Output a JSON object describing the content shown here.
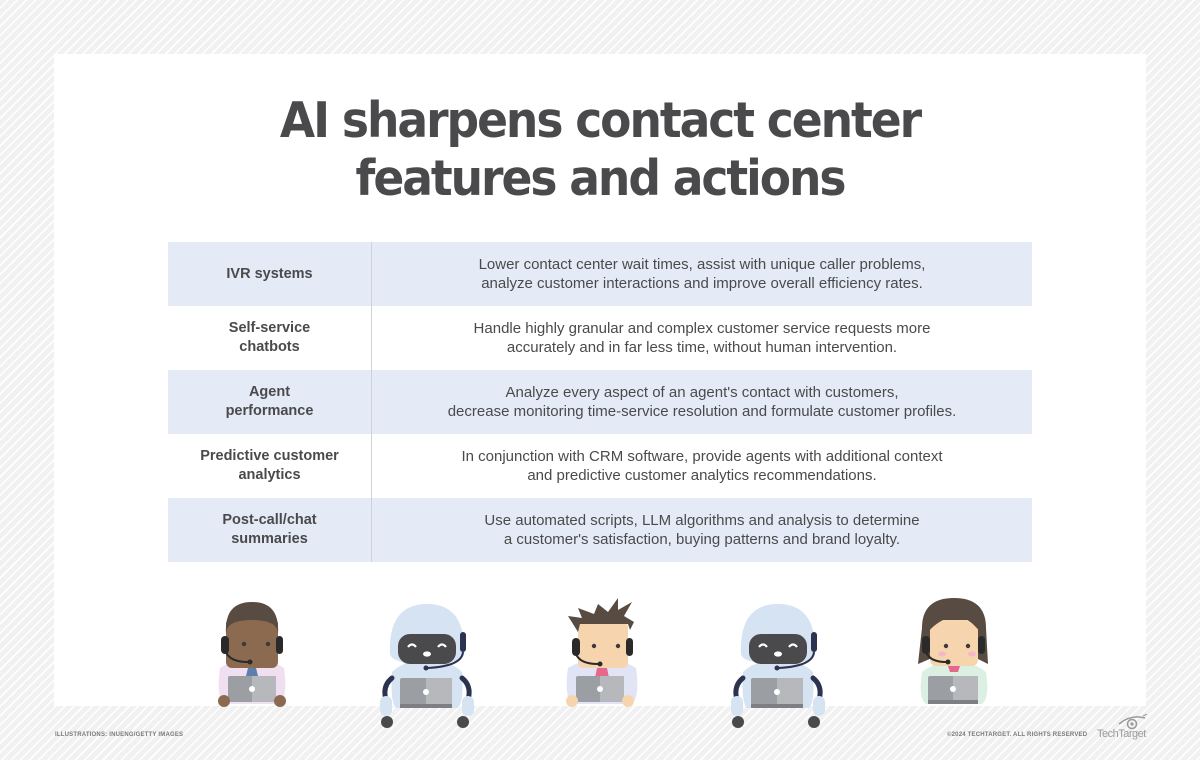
{
  "title": {
    "line1": "AI sharpens contact center",
    "line2": "features and actions"
  },
  "table": {
    "rows": [
      {
        "feature": [
          "IVR systems"
        ],
        "description": [
          "Lower contact center wait times, assist with unique caller problems,",
          "analyze customer interactions and improve overall efficiency rates."
        ],
        "shaded": true
      },
      {
        "feature": [
          "Self-service",
          "chatbots"
        ],
        "description": [
          "Handle highly granular and complex customer service requests more",
          "accurately and in far less time, without human intervention."
        ],
        "shaded": false
      },
      {
        "feature": [
          "Agent",
          "performance"
        ],
        "description": [
          "Analyze every aspect of an agent's contact with customers,",
          "decrease monitoring time-service resolution and formulate customer profiles."
        ],
        "shaded": true
      },
      {
        "feature": [
          "Predictive customer",
          "analytics"
        ],
        "description": [
          "In conjunction with CRM software, provide agents with additional context",
          "and predictive customer analytics recommendations."
        ],
        "shaded": false
      },
      {
        "feature": [
          "Post-call/chat",
          "summaries"
        ],
        "description": [
          "Use automated scripts, LLM algorithms and analysis to determine",
          "a customer's satisfaction, buying patterns and brand loyalty."
        ],
        "shaded": true
      }
    ]
  },
  "illustrations": [
    {
      "type": "human-agent",
      "label": "man-agent-dark-skin"
    },
    {
      "type": "robot-agent",
      "label": "robot-agent-1"
    },
    {
      "type": "human-agent",
      "label": "man-agent-spiky-hair"
    },
    {
      "type": "robot-agent",
      "label": "robot-agent-2"
    },
    {
      "type": "human-agent",
      "label": "woman-agent"
    }
  ],
  "footer": {
    "credit": "ILLUSTRATIONS: INUENG/GETTY IMAGES",
    "copyright": "©2024 TECHTARGET. ALL RIGHTS RESERVED",
    "logo_text": "TechTarget"
  },
  "colors": {
    "title": "#4a4a4c",
    "row_shade": "#e4ebf6",
    "background": "#f1f1f1"
  }
}
